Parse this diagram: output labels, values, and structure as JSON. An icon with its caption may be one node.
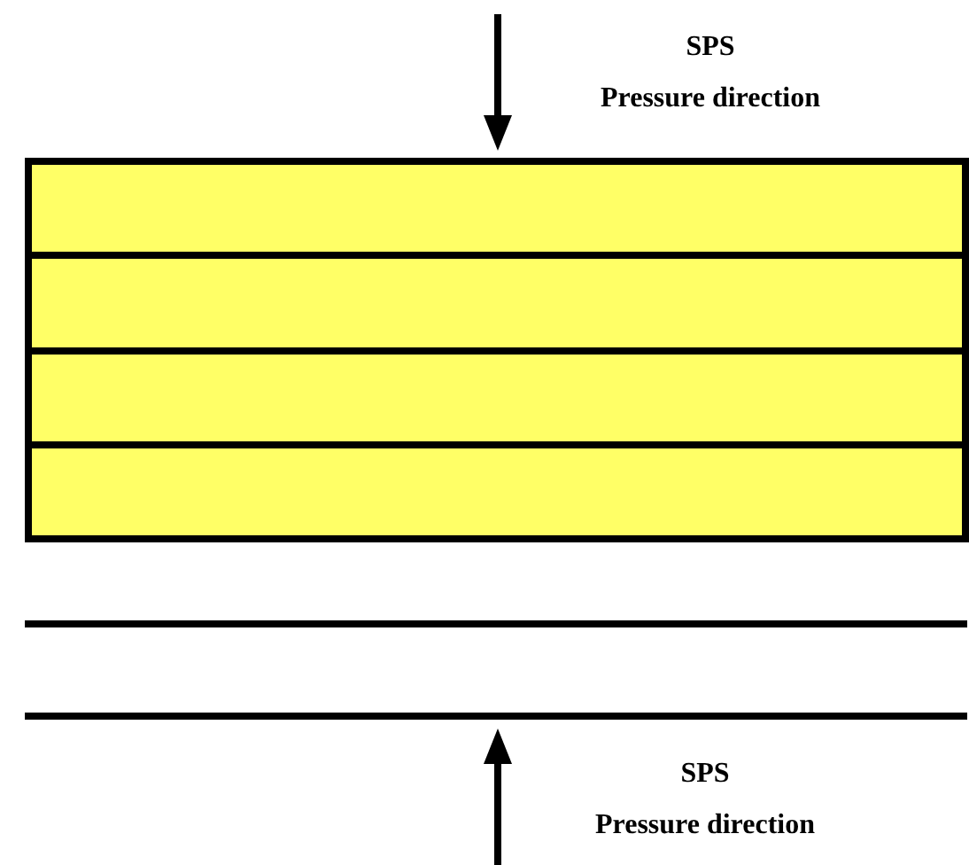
{
  "diagram": {
    "nodes": [
      {
        "text": [],
        "shape": "box"
      },
      {
        "text": [],
        "shape": "box",
        "in": 0
      },
      {
        "text": [],
        "shape": "box",
        "in": 0
      },
      {
        "text": [],
        "shape": "box",
        "in": 0
      },
      {
        "text": [],
        "shape": "box",
        "in": 0
      },
      {
        "text": [],
        "shape": "bar"
      },
      {
        "text": [],
        "shape": "bar"
      }
    ],
    "labels": [
      "SPS",
      "Pressure direction",
      "SPS",
      "Pressure direction"
    ]
  }
}
